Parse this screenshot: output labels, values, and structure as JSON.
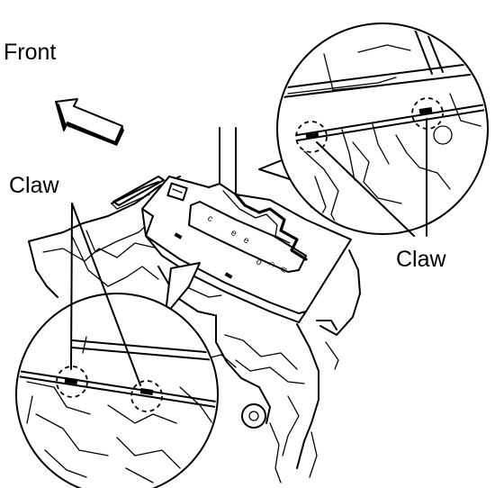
{
  "labels": {
    "front": "Front",
    "claw_left": "Claw",
    "claw_right": "Claw"
  },
  "colors": {
    "ink": "#000000",
    "background": "#ffffff"
  },
  "icons": {
    "direction_arrow": "front-arrow-icon"
  }
}
